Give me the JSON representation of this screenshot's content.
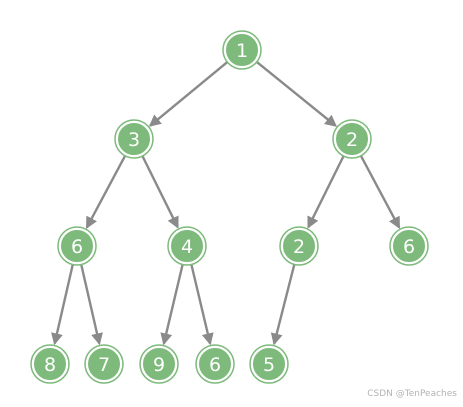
{
  "diagram": {
    "nodes": [
      {
        "id": "n1",
        "label": "1"
      },
      {
        "id": "n2",
        "label": "3"
      },
      {
        "id": "n3",
        "label": "2"
      },
      {
        "id": "n4",
        "label": "6"
      },
      {
        "id": "n5",
        "label": "4"
      },
      {
        "id": "n6",
        "label": "2"
      },
      {
        "id": "n7",
        "label": "6"
      },
      {
        "id": "n8",
        "label": "8"
      },
      {
        "id": "n9",
        "label": "7"
      },
      {
        "id": "n10",
        "label": "9"
      },
      {
        "id": "n11",
        "label": "6"
      },
      {
        "id": "n12",
        "label": "5"
      }
    ],
    "edges": [
      {
        "from": "n1",
        "to": "n2"
      },
      {
        "from": "n1",
        "to": "n3"
      },
      {
        "from": "n2",
        "to": "n4"
      },
      {
        "from": "n2",
        "to": "n5"
      },
      {
        "from": "n3",
        "to": "n6"
      },
      {
        "from": "n3",
        "to": "n7"
      },
      {
        "from": "n4",
        "to": "n8"
      },
      {
        "from": "n4",
        "to": "n9"
      },
      {
        "from": "n5",
        "to": "n10"
      },
      {
        "from": "n5",
        "to": "n11"
      },
      {
        "from": "n6",
        "to": "n12"
      }
    ],
    "colors": {
      "node_fill": "#7dba7b",
      "node_text": "#ffffff",
      "edge": "#8a8a8a"
    }
  },
  "watermark": "CSDN @TenPeaches"
}
